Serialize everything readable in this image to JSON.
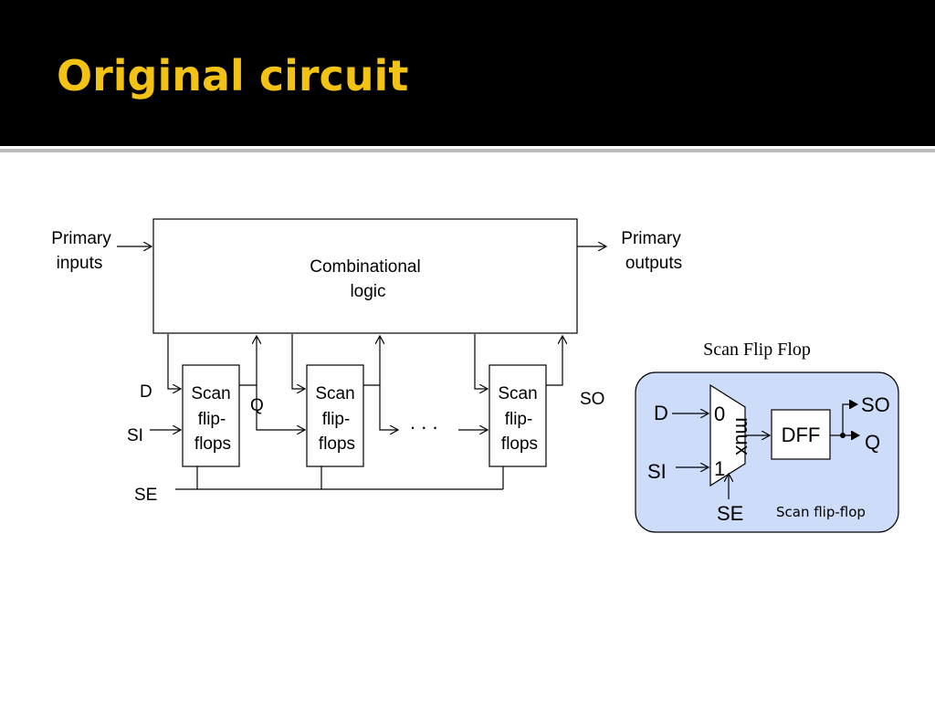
{
  "slide": {
    "title": "Original circuit"
  },
  "circuit": {
    "primary_inputs": [
      "Primary",
      "inputs"
    ],
    "primary_outputs": [
      "Primary",
      "outputs"
    ],
    "comb_logic": [
      "Combinational",
      "logic"
    ],
    "d_label": "D",
    "si_label": "SI",
    "se_label": "SE",
    "q_label": "Q",
    "so_label": "SO",
    "ellipsis": ". . .",
    "scan_ff": [
      "Scan",
      "flip-",
      "flops"
    ]
  },
  "scan_ff_detail": {
    "heading": "Scan Flip Flop",
    "d_label": "D",
    "si_label": "SI",
    "se_label": "SE",
    "mux_in0": "0",
    "mux_in1": "1",
    "mux_label": "mux",
    "dff_label": "DFF",
    "so_label": "SO",
    "q_label": "Q",
    "caption": "Scan flip-flop",
    "panel_color": "#cddcf8"
  }
}
